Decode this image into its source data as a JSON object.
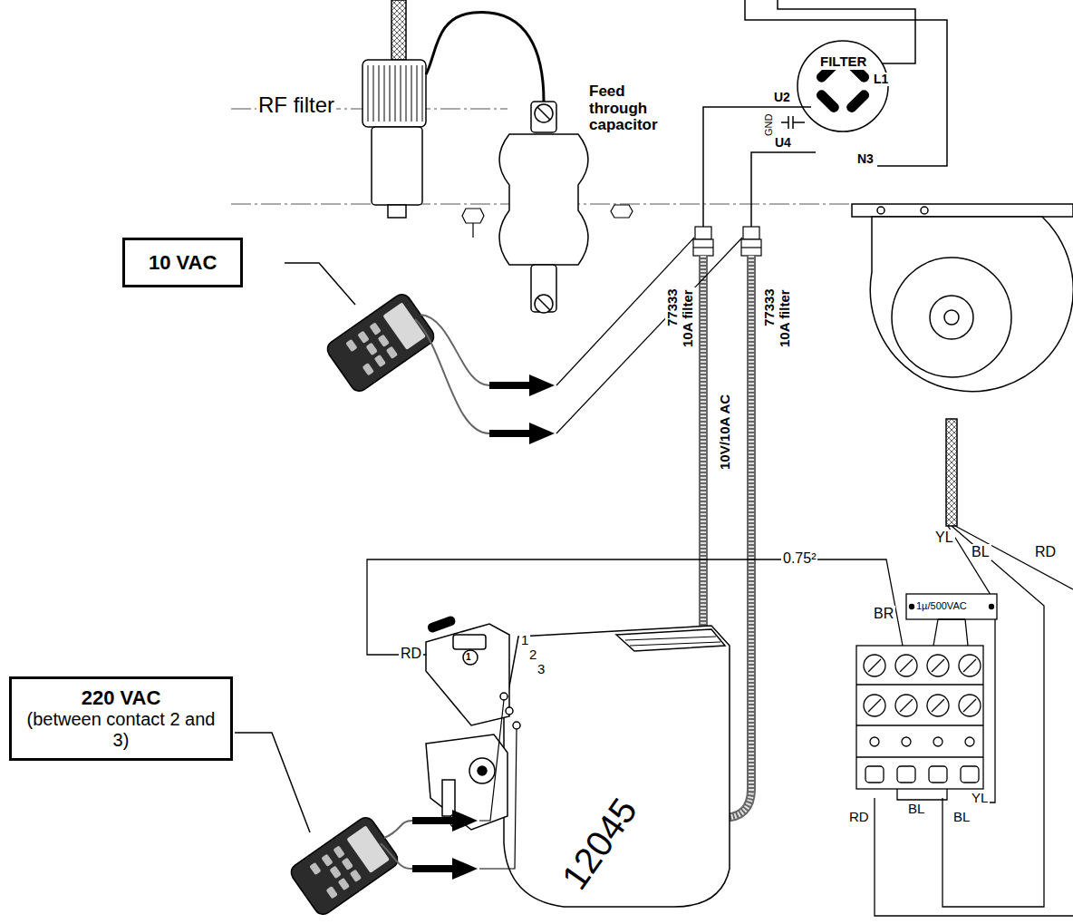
{
  "diagram": {
    "nodes": [
      {
        "text": [
          "10 VAC"
        ]
      },
      {
        "text": [
          "220 VAC",
          "(between contact 2 and 3)"
        ]
      }
    ],
    "labels": [
      "RF filter",
      "Feed through capacitor",
      "FILTER",
      "L1",
      "U2",
      "GND",
      "U4",
      "N3",
      "77333",
      "10A filter",
      "77333",
      "10A filter",
      "10V/10A AC",
      "YL",
      "BL",
      "RD",
      "0.75²",
      "1µ/500VAC",
      "BR",
      "RD",
      "1",
      "2",
      "3",
      "12045",
      "BL",
      "YL",
      "RD",
      "BL",
      "1",
      "1"
    ]
  }
}
